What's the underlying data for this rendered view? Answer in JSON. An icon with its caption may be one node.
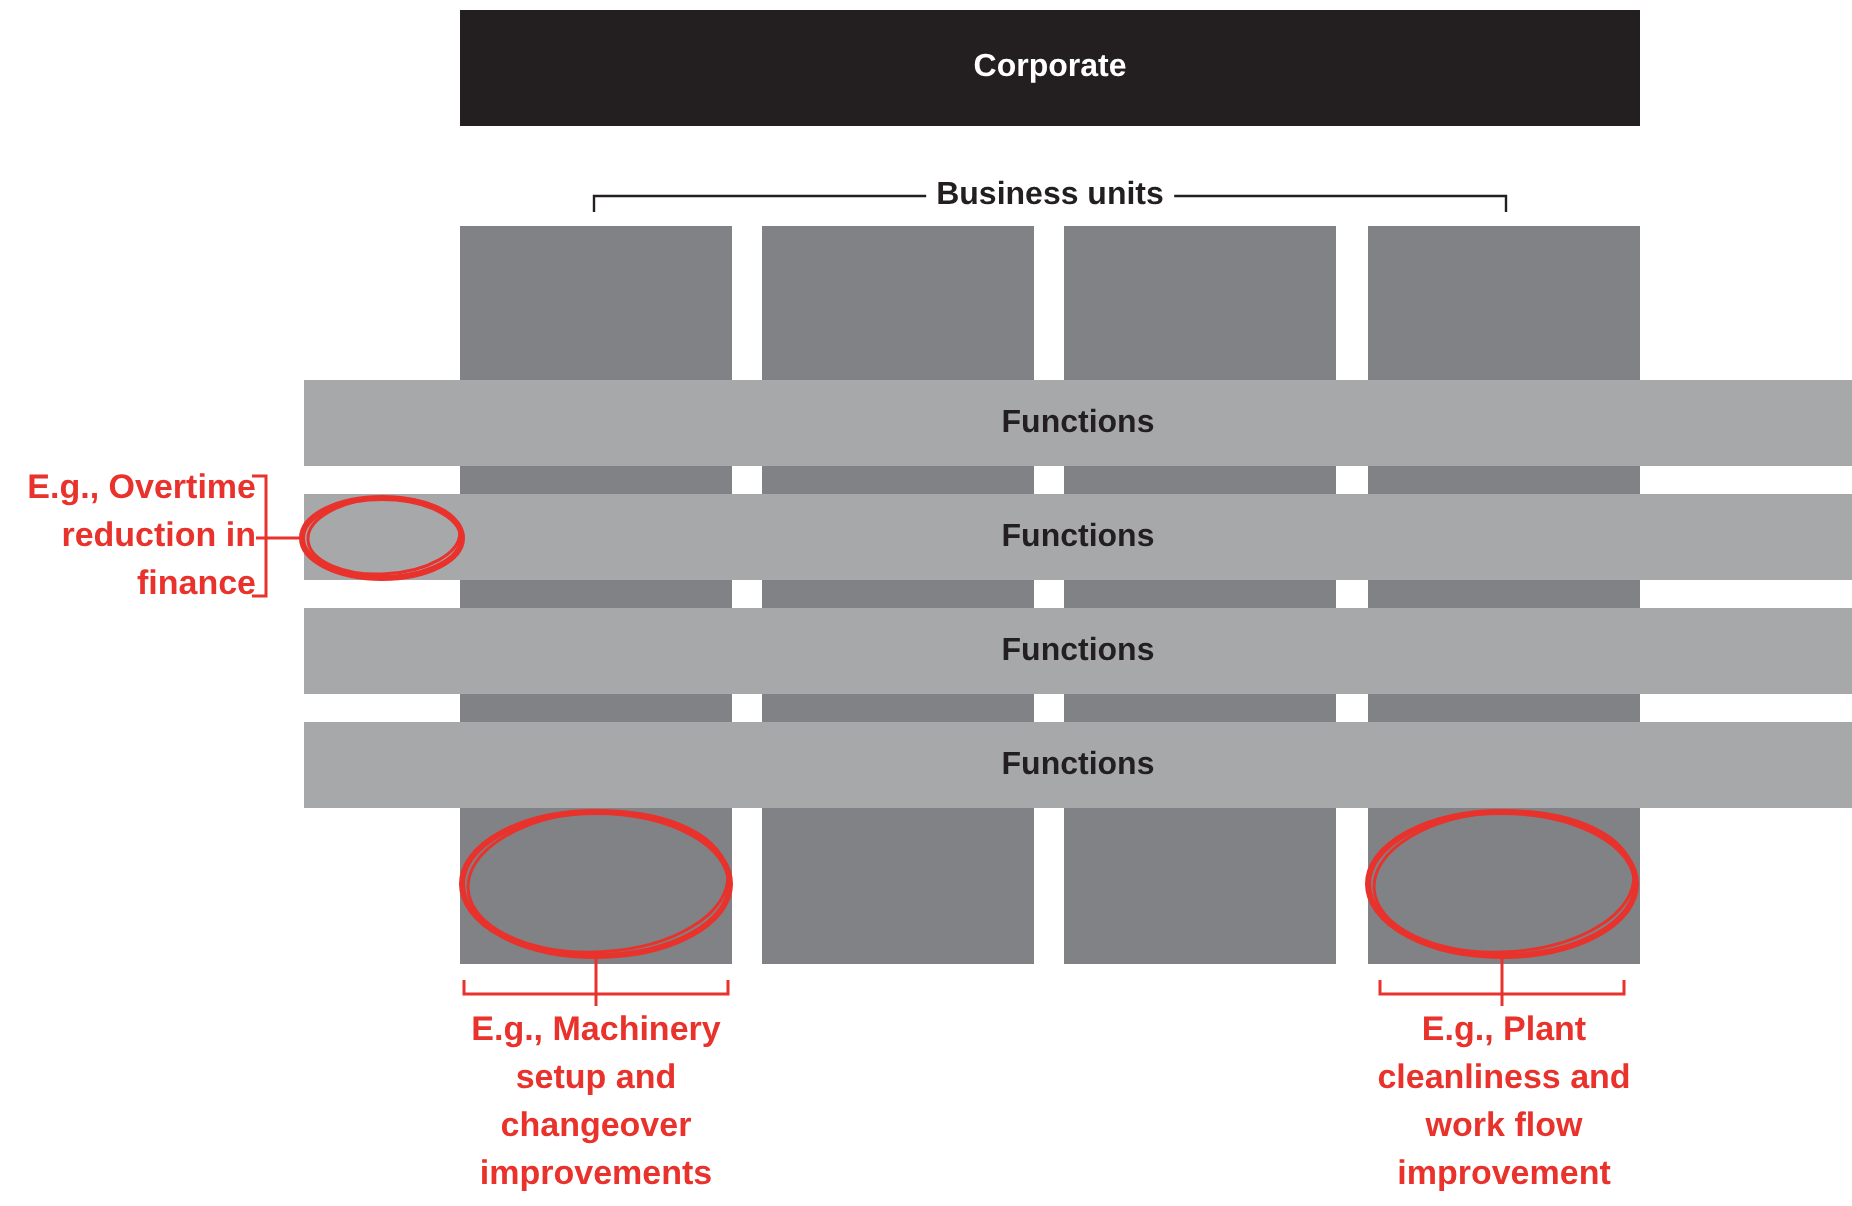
{
  "diagram": {
    "nodes": [
      {
        "text": [
          "Corporate"
        ]
      },
      {
        "text": [],
        "shape": "bar"
      },
      {
        "text": [],
        "shape": "bar"
      },
      {
        "text": [],
        "shape": "bar"
      },
      {
        "text": [],
        "shape": "bar"
      },
      {
        "text": [
          "Functions"
        ]
      },
      {
        "text": [
          "Functions"
        ]
      },
      {
        "text": [
          "Functions"
        ]
      },
      {
        "text": [
          "Functions"
        ]
      },
      {
        "text": [],
        "shape": "circle",
        "in": 6
      },
      {
        "text": [],
        "shape": "circle",
        "in": 1
      },
      {
        "text": [],
        "shape": "circle",
        "in": 4
      },
      {
        "text": [
          "E.g., Overtime reduction in finance"
        ]
      },
      {
        "text": [
          "E.g., Machinery setup and changeover improvements"
        ]
      },
      {
        "text": [
          "E.g., Plant cleanliness and work flow improvement"
        ]
      }
    ],
    "edges": [
      {
        "from": 12,
        "to": 9,
        "arrow": "none"
      },
      {
        "from": 13,
        "to": 10,
        "arrow": "none"
      },
      {
        "from": 14,
        "to": 11,
        "arrow": "none"
      }
    ],
    "labels": [
      "Business units"
    ]
  }
}
